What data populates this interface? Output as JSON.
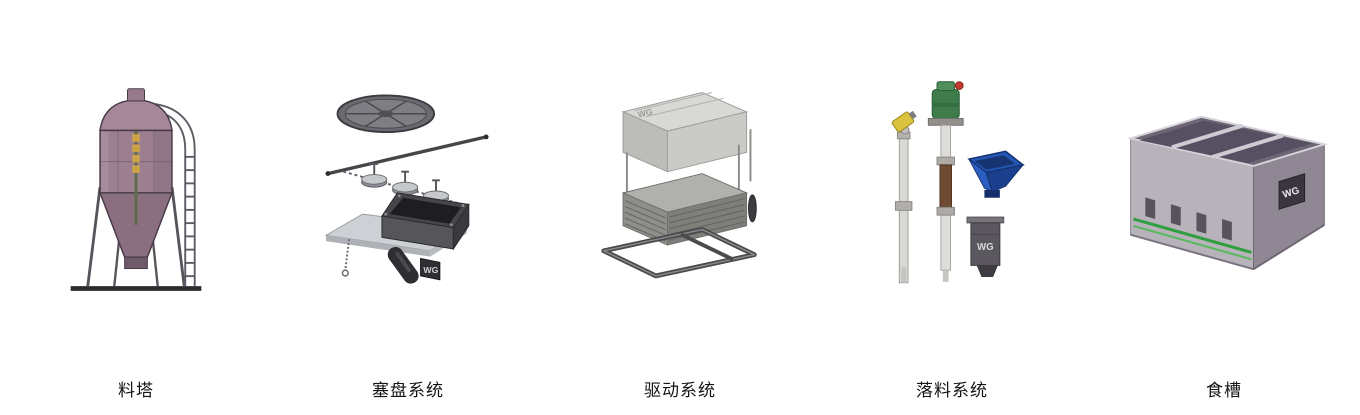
{
  "section": {
    "background": "#ffffff",
    "text_color": "#141414"
  },
  "brand": {
    "logo_text": "WG"
  },
  "colors": {
    "silo_body": "#9c8092",
    "hopper_blue": "#2456b4",
    "motor_green": "#3e7c4c",
    "trough_green": "#2f9e3f",
    "metal_gray": "#c8c8c5"
  },
  "products": [
    {
      "id": "silo",
      "label": "料塔"
    },
    {
      "id": "disc",
      "label": "塞盘系统"
    },
    {
      "id": "drive",
      "label": "驱动系统"
    },
    {
      "id": "drop",
      "label": "落料系统"
    },
    {
      "id": "trough",
      "label": "食槽"
    }
  ]
}
